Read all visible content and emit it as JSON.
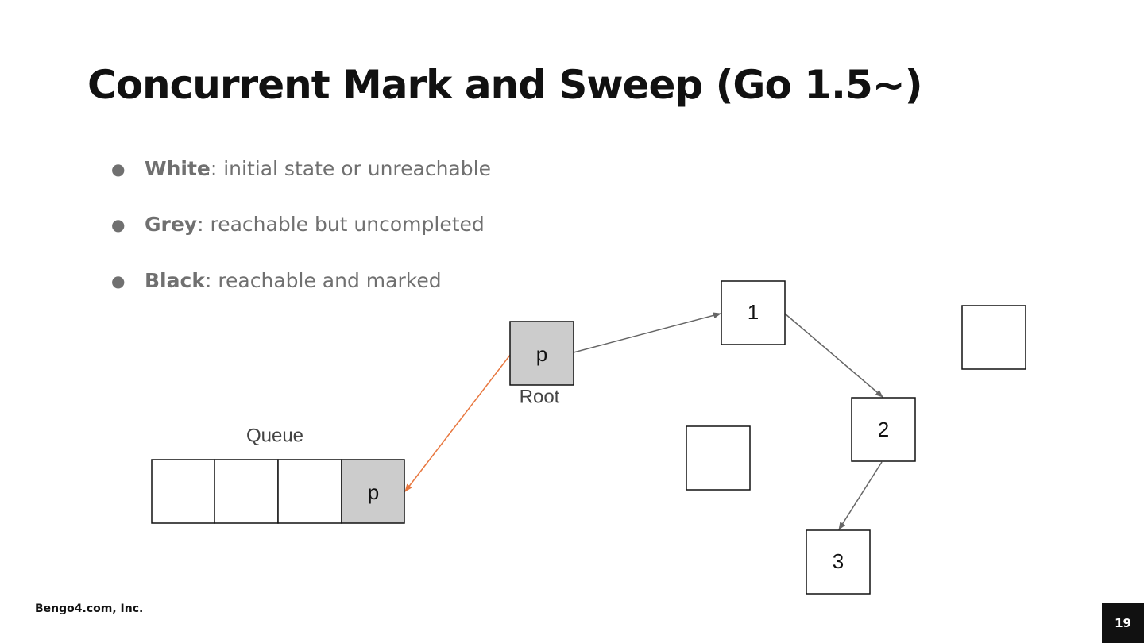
{
  "slide": {
    "title": "Concurrent Mark and Sweep (Go 1.5~)",
    "footer": "Bengo4.com, Inc.",
    "page_number": "19"
  },
  "bullets": [
    {
      "term": "White",
      "desc": ": initial state or unreachable"
    },
    {
      "term": "Grey",
      "desc": ": reachable but uncompleted"
    },
    {
      "term": "Black",
      "desc": ": reachable and marked"
    }
  ],
  "diagram": {
    "colors": {
      "grey_fill": "#cccccc",
      "edge": "#666666",
      "highlight_edge": "#e8773f"
    },
    "root": {
      "label": "p",
      "caption": "Root",
      "state": "grey"
    },
    "nodes": [
      {
        "id": "node-1",
        "label": "1",
        "state": "white"
      },
      {
        "id": "node-2",
        "label": "2",
        "state": "white"
      },
      {
        "id": "node-3",
        "label": "3",
        "state": "white"
      },
      {
        "id": "node-unlabeled-a",
        "label": "",
        "state": "white"
      },
      {
        "id": "node-unlabeled-b",
        "label": "",
        "state": "white"
      }
    ],
    "queue": {
      "label": "Queue",
      "cells": [
        {
          "label": "",
          "state": "white"
        },
        {
          "label": "",
          "state": "white"
        },
        {
          "label": "",
          "state": "white"
        },
        {
          "label": "p",
          "state": "grey"
        }
      ]
    },
    "edges": [
      {
        "from": "root",
        "to": "node-1"
      },
      {
        "from": "node-1",
        "to": "node-2"
      },
      {
        "from": "node-2",
        "to": "node-3"
      },
      {
        "from": "root",
        "to": "queue-cell-4",
        "highlight": true
      }
    ]
  }
}
